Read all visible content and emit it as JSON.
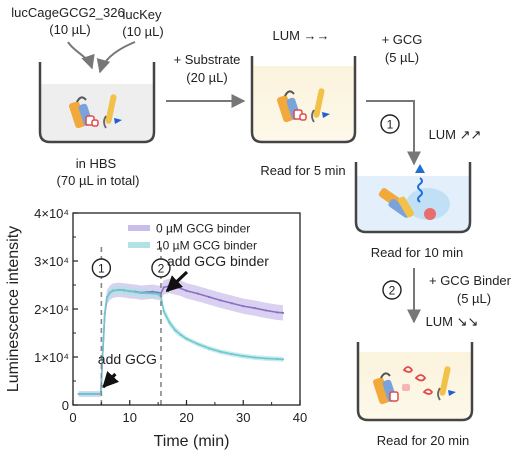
{
  "workflow": {
    "reagent_a": {
      "name": "lucCageGCG2_326",
      "volume": "(10 µL)"
    },
    "reagent_b": {
      "name": "lucKey",
      "volume": "(10 µL)"
    },
    "substrate": {
      "name": "+ Substrate",
      "volume": "(20 µL)"
    },
    "buffer": {
      "line1": "in HBS",
      "line2": "(70 µL in total)"
    },
    "state1_lum": "LUM →→",
    "read1": "Read for 5 min",
    "gcg_add": {
      "name": "+ GCG",
      "volume": "(5 µL)"
    },
    "step1_marker": "1",
    "state2_lum": "LUM ↗↗",
    "read2": "Read for 10 min",
    "step2_marker": "2",
    "binder_add": {
      "name": "+ GCG Binder",
      "volume": "(5 µL)"
    },
    "state3_lum": "LUM ↘↘",
    "read3": "Read for 20 min"
  },
  "chart_data": {
    "type": "line",
    "xlabel": "Time (min)",
    "ylabel": "Luminescence intensity",
    "xlim": [
      0,
      40
    ],
    "ylim": [
      0,
      40000
    ],
    "x_ticks": [
      "0",
      "10",
      "20",
      "30",
      "40"
    ],
    "y_ticks": [
      "0",
      "1×10⁴",
      "2×10⁴",
      "3×10⁴",
      "4×10⁴"
    ],
    "vlines": [
      5,
      15.5
    ],
    "markers": [
      {
        "label": "1",
        "x": 5
      },
      {
        "label": "2",
        "x": 15.5
      }
    ],
    "annotations": [
      {
        "text": "add GCG",
        "x": 5
      },
      {
        "text": "add GCG binder",
        "x": 15.5
      }
    ],
    "series": [
      {
        "name": "0 µM GCG binder",
        "color": "#8a6fc7",
        "band_color": "#cbbde9",
        "x": [
          1,
          2,
          3,
          4,
          4.9,
          5.2,
          5.6,
          6,
          6.5,
          7,
          8,
          9,
          10,
          11,
          12,
          13,
          14,
          15,
          15.5,
          16,
          17,
          18,
          19,
          20,
          22,
          24,
          26,
          28,
          30,
          32,
          34,
          36,
          37
        ],
        "y": [
          2300,
          2300,
          2300,
          2300,
          2300,
          10000,
          19000,
          22500,
          23400,
          23800,
          24000,
          23900,
          23700,
          23600,
          23400,
          23500,
          23600,
          23400,
          23300,
          24500,
          24800,
          24600,
          24300,
          23800,
          23200,
          22500,
          21800,
          21200,
          20600,
          20200,
          19700,
          19300,
          19200
        ],
        "band": [
          600,
          600,
          600,
          600,
          600,
          1500,
          1500,
          1500,
          1500,
          1500,
          1500,
          1500,
          1500,
          1500,
          1500,
          1500,
          1500,
          1500,
          1500,
          1500,
          1500,
          1600,
          1600,
          1600,
          1600,
          1600,
          1600,
          1600,
          1600,
          1600,
          1600,
          1600,
          1600
        ]
      },
      {
        "name": "10 µM GCG binder",
        "color": "#6cc8cf",
        "band_color": "#b2e2e6",
        "x": [
          1,
          2,
          3,
          4,
          4.9,
          5.2,
          5.6,
          6,
          6.5,
          7,
          8,
          9,
          10,
          11,
          12,
          13,
          14,
          15,
          15.5,
          16,
          17,
          18,
          19,
          20,
          22,
          24,
          26,
          28,
          30,
          32,
          34,
          36,
          37
        ],
        "y": [
          2300,
          2300,
          2300,
          2300,
          2300,
          10000,
          19000,
          22500,
          23400,
          23800,
          24000,
          23900,
          23700,
          23500,
          23300,
          23300,
          23200,
          23100,
          22500,
          19500,
          17200,
          15600,
          14600,
          13800,
          12700,
          11800,
          11100,
          10600,
          10200,
          9900,
          9700,
          9600,
          9500
        ],
        "band": [
          400,
          400,
          400,
          400,
          400,
          900,
          900,
          900,
          900,
          900,
          900,
          900,
          900,
          900,
          900,
          900,
          900,
          900,
          900,
          900,
          800,
          700,
          600,
          500,
          500,
          500,
          500,
          500,
          500,
          500,
          500,
          500,
          500
        ]
      }
    ]
  }
}
